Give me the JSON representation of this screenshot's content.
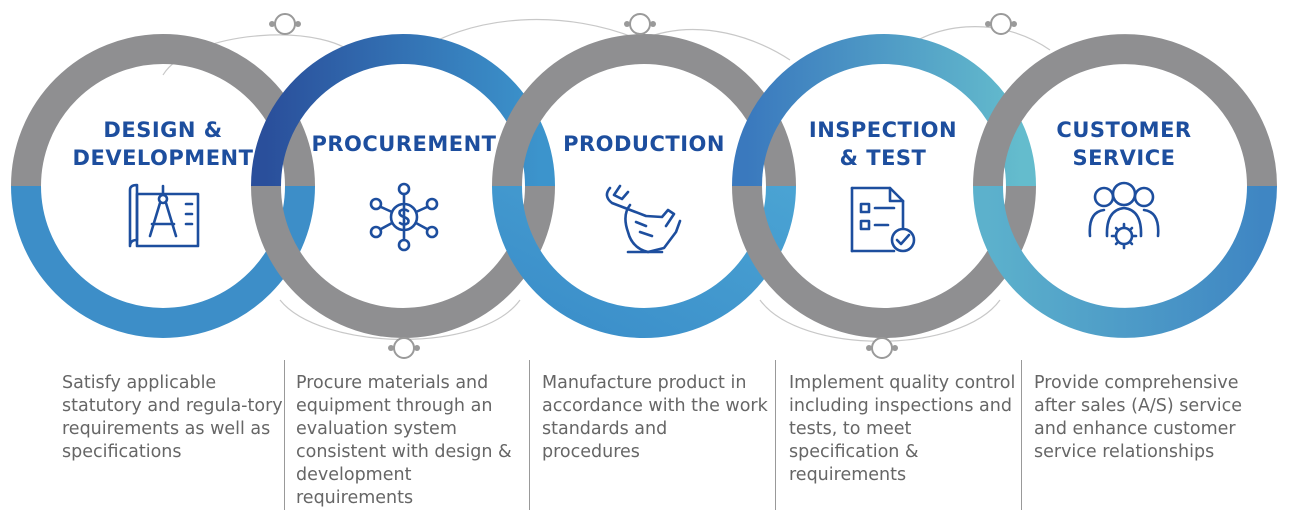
{
  "stages": [
    {
      "title": "DESIGN &\nDEVELOPMENT",
      "icon": "blueprint-compass-icon",
      "description": "Satisfy applicable statutory and regula-tory requirements as well as specifications"
    },
    {
      "title": "PROCUREMENT",
      "icon": "dollar-network-icon",
      "description": "Procure materials and equipment through an evaluation system consistent with design & development requirements"
    },
    {
      "title": "PRODUCTION",
      "icon": "fist-wrench-icon",
      "description": "Manufacture product in accordance with the work standards and procedures"
    },
    {
      "title": "INSPECTION\n& TEST",
      "icon": "checklist-approved-icon",
      "description": "Implement quality control including inspections and tests, to meet specification & requirements"
    },
    {
      "title": "CUSTOMER\nSERVICE",
      "icon": "people-gear-icon",
      "description": "Provide comprehensive after sales (A/S) service and enhance customer service relationships"
    }
  ],
  "colors": {
    "title_blue": "#1d4e9e",
    "icon_blue": "#1d4e9e",
    "ring_gray": "#8f8f91",
    "ring_blue_dark": "#2358a6",
    "ring_blue_mid": "#3d8ec8",
    "ring_blue_light": "#62b7cf",
    "text_gray": "#666666"
  }
}
